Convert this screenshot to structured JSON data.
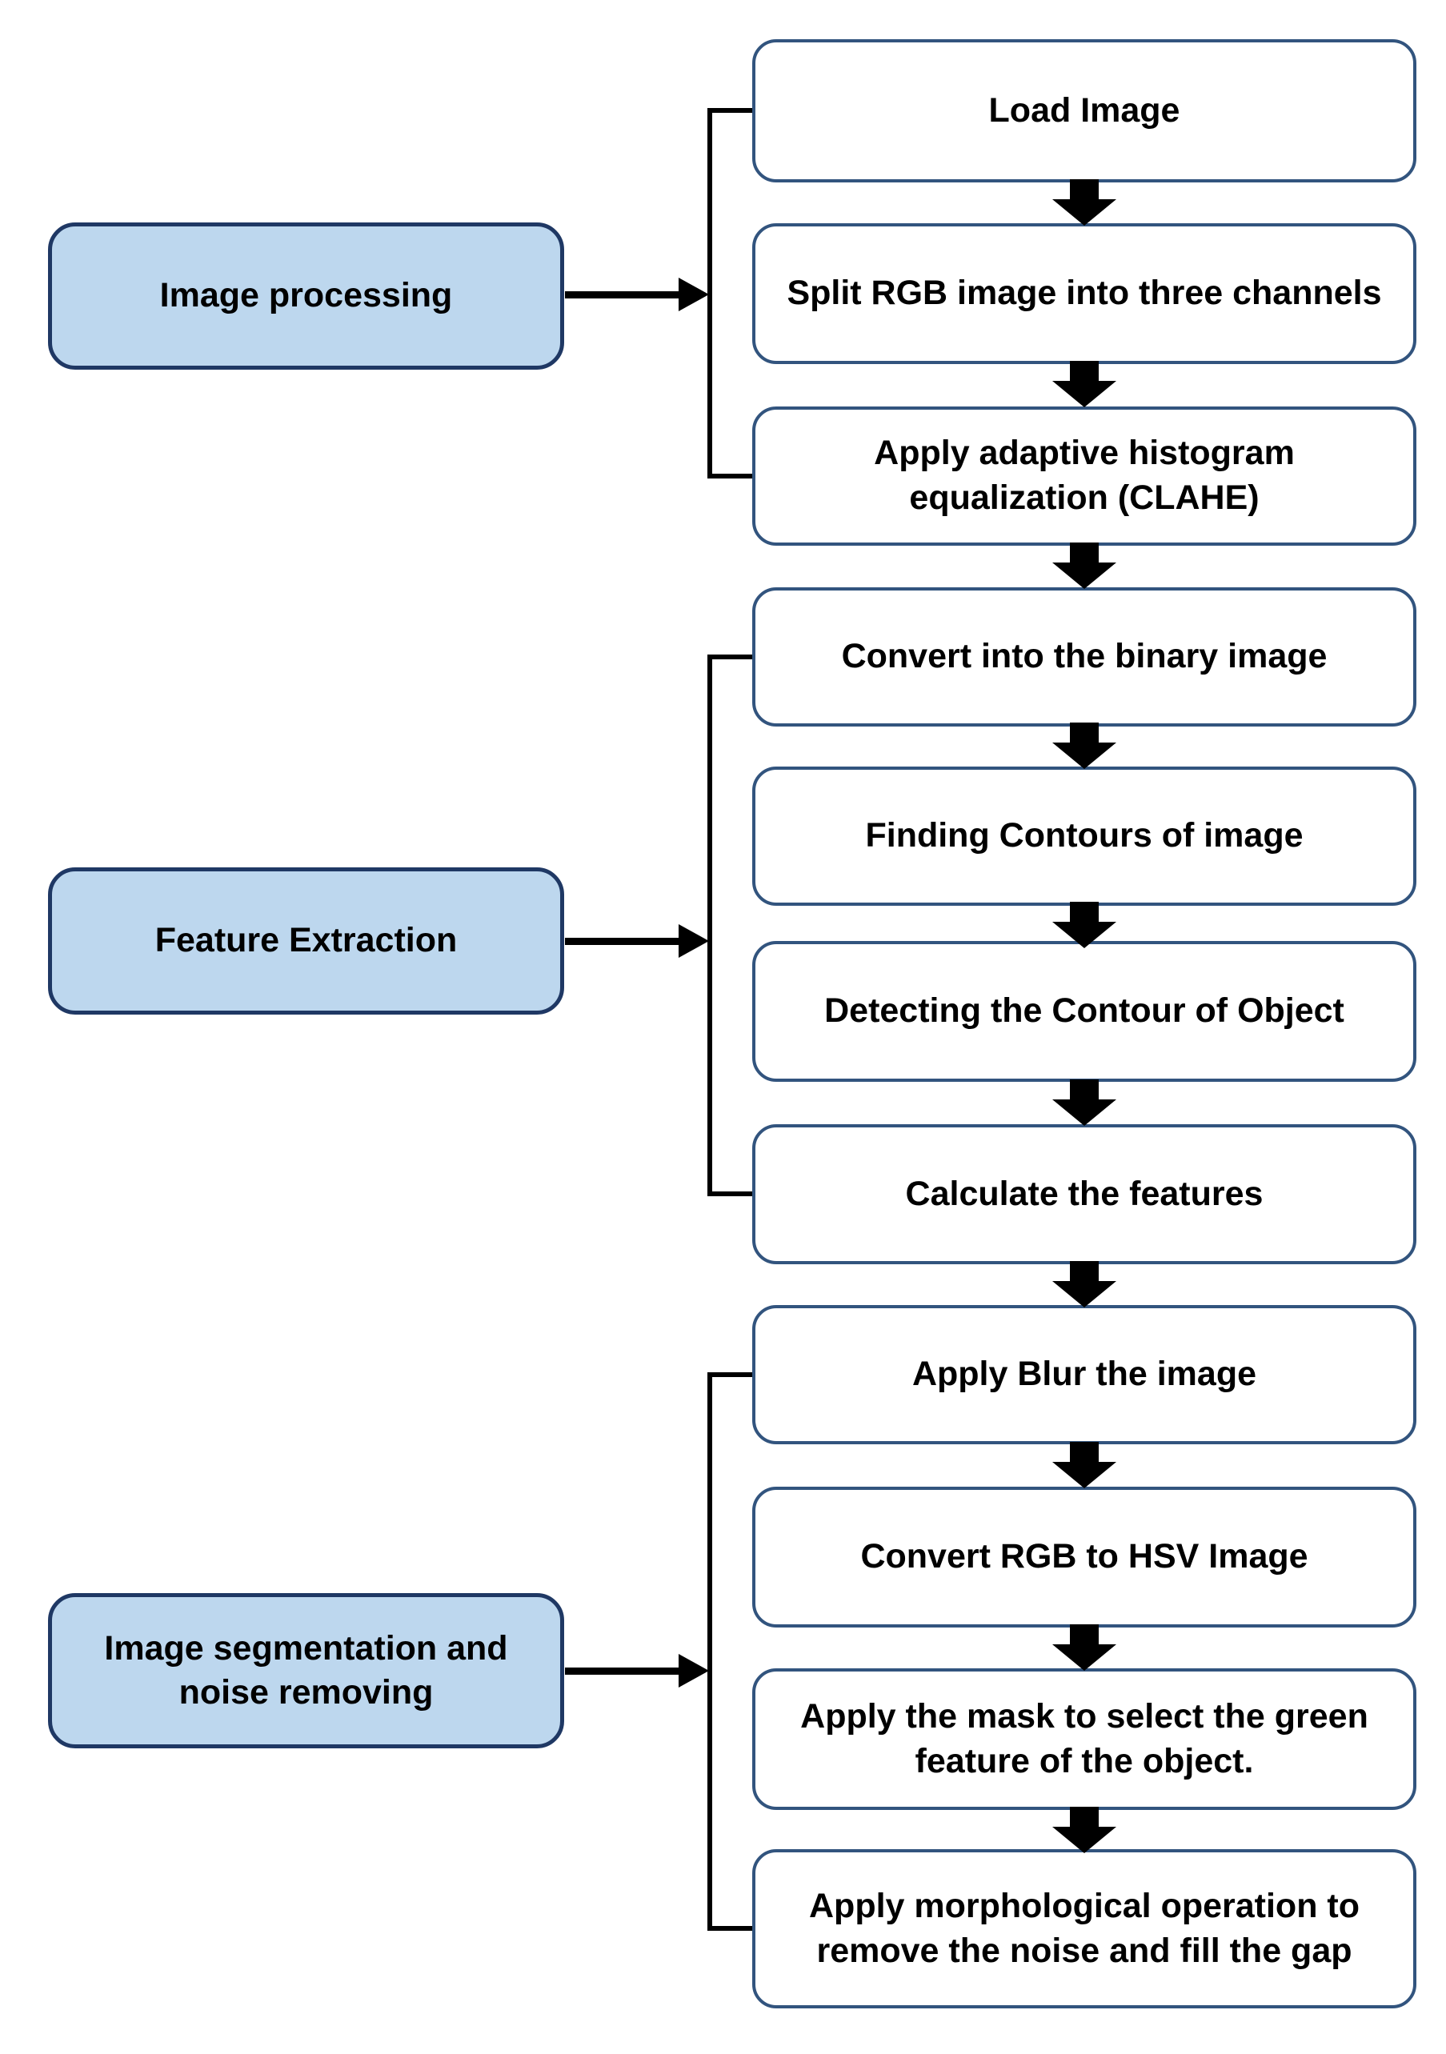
{
  "diagram": {
    "title": "Image analysis pipeline flowchart",
    "colors": {
      "stage_fill": "#BDD7EE",
      "stage_border": "#1F3864",
      "step_fill": "#FFFFFF",
      "step_border": "#32547E",
      "connector": "#000000",
      "text": "#000000",
      "background": "#FFFFFF"
    },
    "stages": [
      {
        "label": "Image processing",
        "steps_covered": [
          "Load Image",
          "Split RGB image into three channels",
          "Apply adaptive histogram equalization (CLAHE)"
        ]
      },
      {
        "label": "Feature Extraction",
        "steps_covered": [
          "Convert into the binary image",
          "Finding Contours of image",
          "Detecting the Contour of Object",
          "Calculate the features"
        ]
      },
      {
        "label": "Image segmentation and noise removing",
        "steps_covered": [
          "Apply Blur the image",
          "Convert RGB to HSV Image",
          "Apply the mask to select the green feature of the object.",
          "Apply morphological operation to remove the noise and fill the gap"
        ]
      }
    ],
    "steps": [
      {
        "label": "Load Image"
      },
      {
        "label": "Split RGB image into three channels"
      },
      {
        "label": "Apply adaptive histogram equalization (CLAHE)"
      },
      {
        "label": "Convert into the binary image"
      },
      {
        "label": "Finding Contours of image"
      },
      {
        "label": "Detecting the Contour of Object"
      },
      {
        "label": "Calculate the features"
      },
      {
        "label": "Apply Blur the image"
      },
      {
        "label": "Convert RGB to HSV Image"
      },
      {
        "label": "Apply the mask to select the green feature of the object."
      },
      {
        "label": "Apply morphological operation to remove the noise and fill the gap"
      }
    ]
  }
}
